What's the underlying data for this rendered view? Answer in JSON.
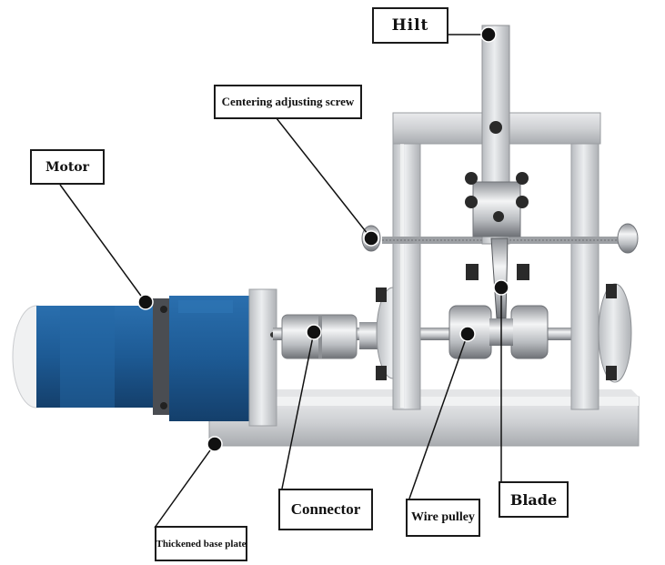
{
  "labels": {
    "hilt": "Hilt",
    "centering_screw": "Centering adjusting screw",
    "motor": "Motor",
    "connector": "Connector",
    "wire_pulley": "Wire pulley",
    "blade": "Blade",
    "base_plate": "Thickened base plate"
  },
  "colors": {
    "motor_blue": "#1d5a94",
    "aluminum": "#d4d6d9",
    "bolt_dark": "#2a2a2a",
    "leader_line": "#111111",
    "label_border": "#1a1a1a"
  }
}
